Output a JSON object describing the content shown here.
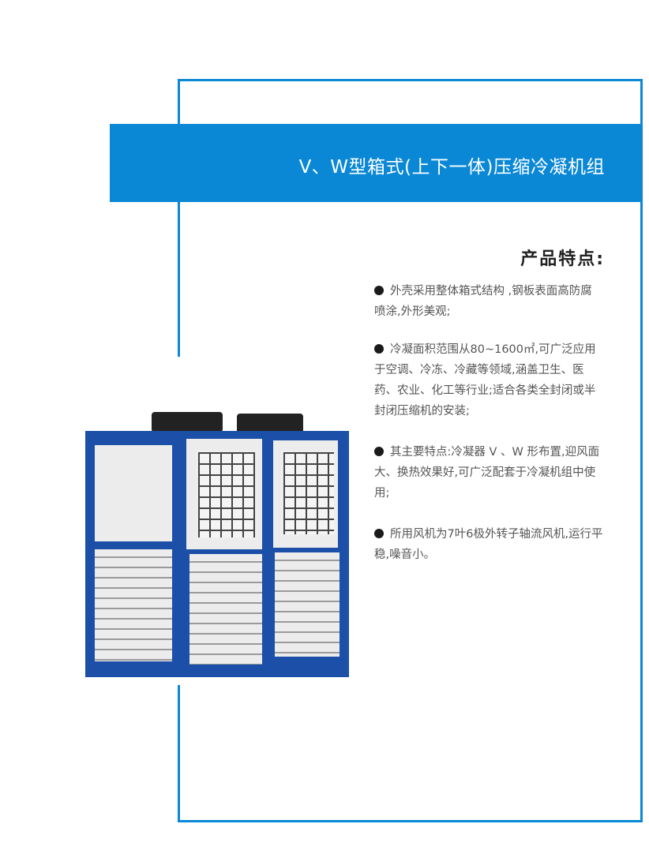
{
  "page": {
    "title": "V、W型箱式(上下一体)压缩冷凝机组",
    "features_heading": "产品特点:",
    "features": [
      "外壳采用整体箱式结构 ,钢板表面高防腐喷涂,外形美观;",
      "冷凝面积范围从80~1600㎡,可广泛应用于空调、冷冻、冷藏等领域,涵盖卫生、医药、农业、化工等行业;适合各类全封闭或半封闭压缩机的安装;",
      "其主要特点:冷凝器 V 、W 形布置,迎风面大、换热效果好,可广泛配套于冷凝机组中使用;",
      "所用风机为7叶6极外转子轴流风机,运行平稳,噪音小。"
    ],
    "accent_color": "#0a88d6"
  }
}
